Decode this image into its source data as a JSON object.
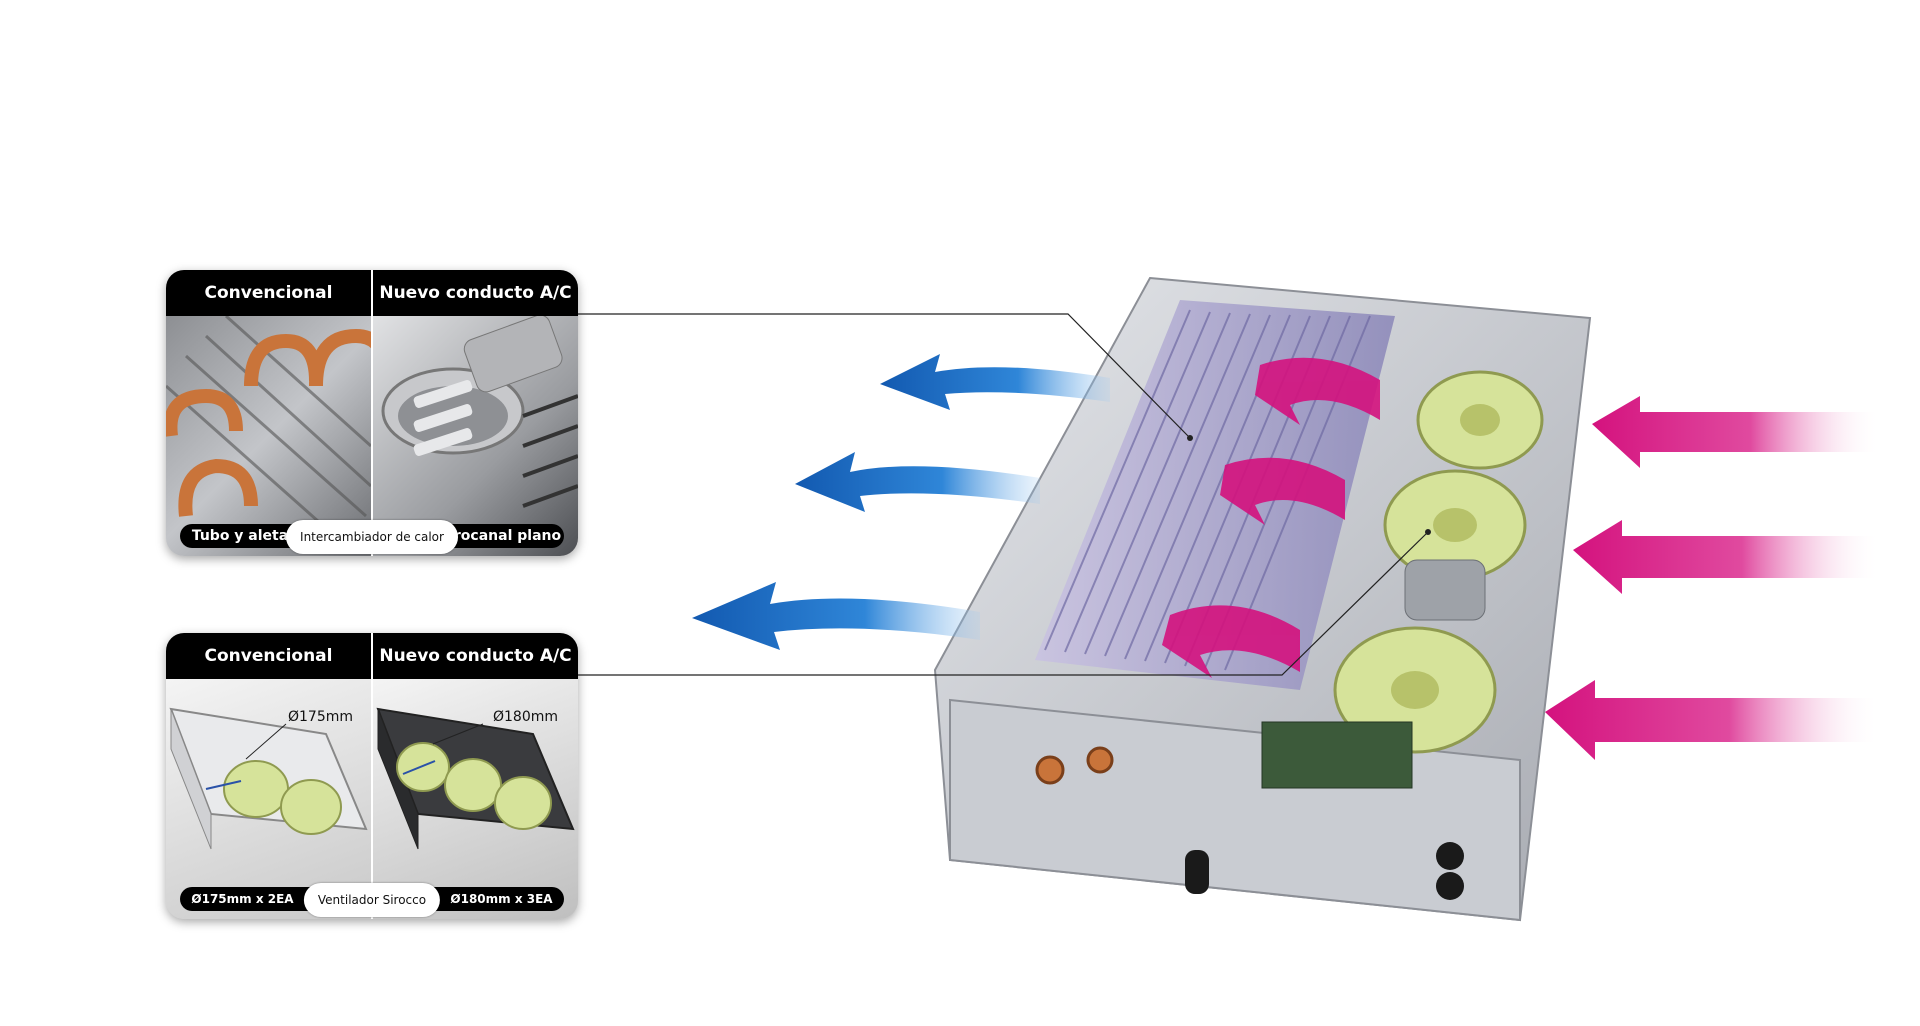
{
  "heat_exchanger_card": {
    "left_header": "Convencional",
    "right_header": "Nuevo conducto A/C",
    "left_label": "Tubo y aleta",
    "center_label": "Intercambiador de calor",
    "right_label": "Microcanal plano"
  },
  "fan_card": {
    "left_header": "Convencional",
    "right_header": "Nuevo conducto A/C",
    "left_dimension": "Ø175mm",
    "right_dimension": "Ø180mm",
    "left_label": "Ø175mm x 2EA",
    "center_label": "Ventilador Sirocco",
    "right_label": "Ø180mm x 3EA"
  },
  "colors": {
    "cool_air": "#1f6fc4",
    "warm_air": "#d4127e",
    "fan_green": "#d6e39a",
    "copper": "#c9743a"
  }
}
